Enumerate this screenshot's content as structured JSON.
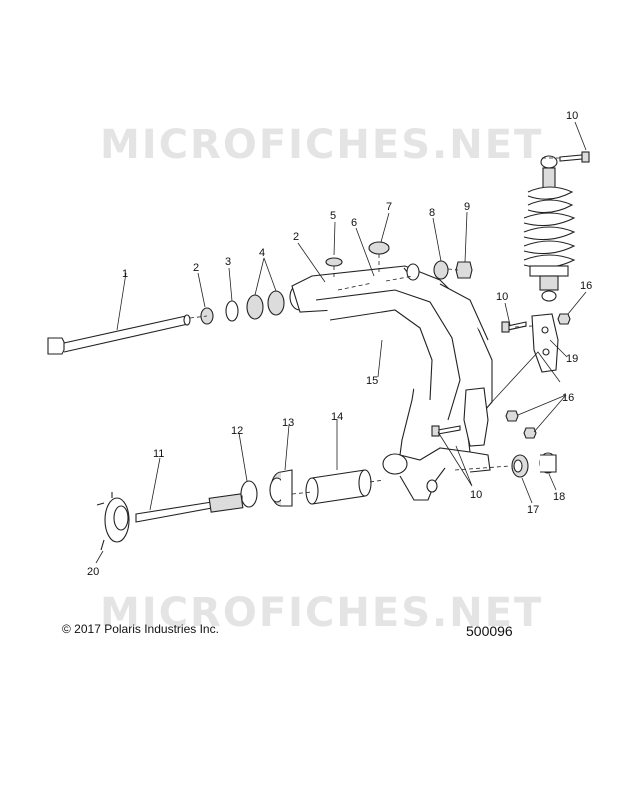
{
  "watermarks": [
    "MICROFICHES.NET",
    "MICROFICHES.NET"
  ],
  "copyright": "© 2017 Polaris Industries Inc.",
  "figure_id": "500096",
  "callouts": [
    "1",
    "2",
    "3",
    "4",
    "2",
    "5",
    "6",
    "7",
    "8",
    "9",
    "10",
    "10",
    "16",
    "19",
    "15",
    "16",
    "12",
    "13",
    "14",
    "11",
    "10",
    "17",
    "18",
    "20"
  ],
  "colors": {
    "line": "#222222",
    "watermark": "#e4e4e4"
  }
}
